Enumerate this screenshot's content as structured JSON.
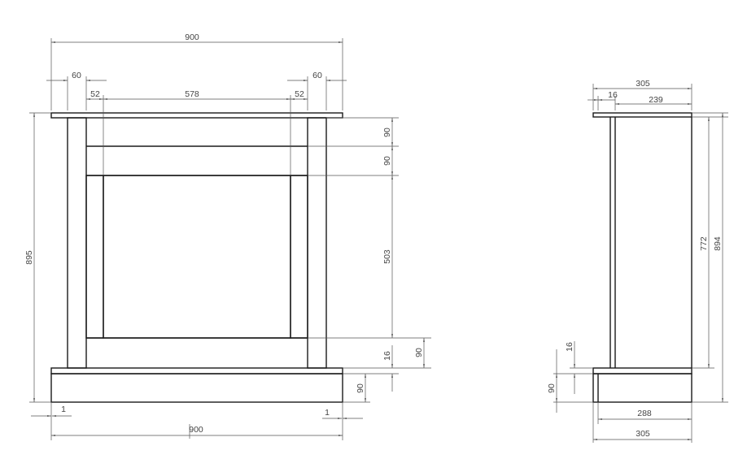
{
  "front_view": {
    "width_top": "900",
    "left_overhang": "60",
    "right_overhang": "60",
    "left_leg": "52",
    "opening_width": "578",
    "right_leg": "52",
    "height": "895",
    "header_band_1": "90",
    "header_band_2": "90",
    "opening_height": "503",
    "plinth_band": "90",
    "hearth_thickness": "16",
    "base_height": "90",
    "left_offset": "1",
    "right_offset": "1",
    "width_bottom": "900"
  },
  "side_view": {
    "depth_top": "305",
    "top_overhang": "16",
    "body_depth": "239",
    "inner_height": "772",
    "total_height": "894",
    "hearth_thickness": "16",
    "base_height": "90",
    "base_depth_inner": "288",
    "base_depth": "305"
  }
}
